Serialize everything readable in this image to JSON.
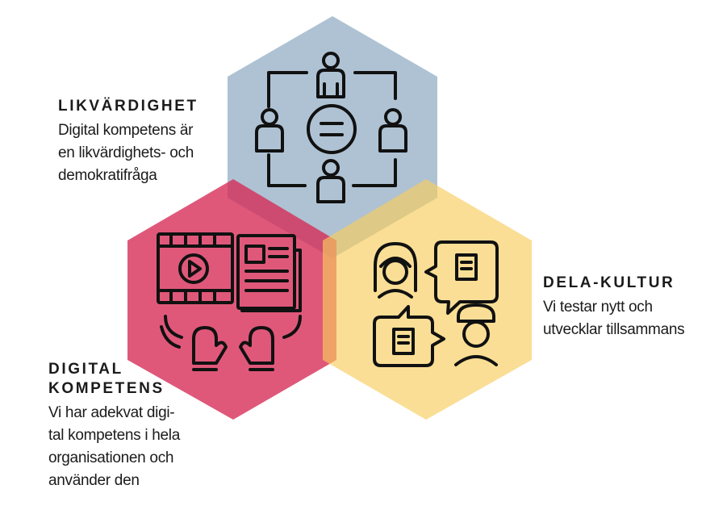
{
  "colors": {
    "blue_hex": "#9fb7cb",
    "red_hex": "#d9325a",
    "yellow_hex": "#f9d57a",
    "icon_stroke": "#111111"
  },
  "sections": {
    "likvardighet": {
      "title": "LIKVÄRDIGHET",
      "lines": [
        "Digital kompetens är",
        "en likvärdighets- och",
        "demokratifråga"
      ],
      "icon": "people-equality-icon"
    },
    "dela_kultur": {
      "title": "DELA-KULTUR",
      "lines": [
        "Vi testar nytt och",
        "utvecklar tillsammans"
      ],
      "icon": "people-chat-icon"
    },
    "digital_kompetens": {
      "title_lines": [
        "DIGITAL",
        "KOMPETENS"
      ],
      "lines": [
        "Vi har adekvat digi-",
        "tal kompetens i hela",
        "organisationen och",
        "använder den"
      ],
      "icon": "media-news-gloves-icon"
    }
  }
}
